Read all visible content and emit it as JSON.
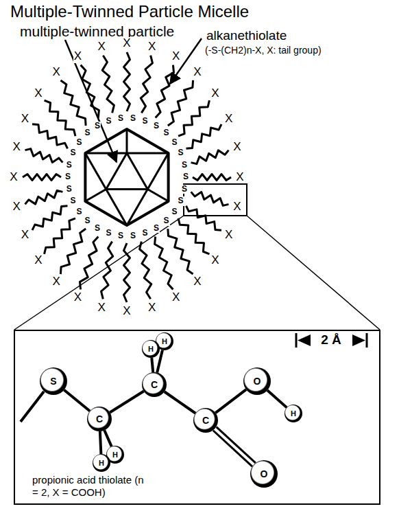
{
  "diagram": {
    "title": "Multiple-Twinned Particle Micelle",
    "nodes": [
      {
        "text": [
          "propionic acid thiolate (n = 2, X = COOH)"
        ]
      },
      {
        "text": [
          "S"
        ],
        "in": 0
      },
      {
        "text": [
          "C"
        ],
        "in": 0
      },
      {
        "text": [
          "C"
        ],
        "in": 0
      },
      {
        "text": [
          "C"
        ],
        "in": 0
      },
      {
        "text": [
          "O"
        ],
        "in": 0
      },
      {
        "text": [
          "O"
        ],
        "in": 0
      },
      {
        "text": [
          "H"
        ],
        "in": 0
      },
      {
        "text": [
          "H"
        ],
        "in": 0
      },
      {
        "text": [
          "H"
        ],
        "in": 0
      },
      {
        "text": [
          "H"
        ],
        "in": 0
      },
      {
        "text": [
          "H"
        ],
        "in": 0
      }
    ],
    "edges": [
      {
        "from": 1,
        "to": 2,
        "arrow": "none"
      },
      {
        "from": 2,
        "to": 3,
        "arrow": "none"
      },
      {
        "from": 3,
        "to": 4,
        "arrow": "none"
      },
      {
        "from": 4,
        "to": 5,
        "arrow": "none"
      },
      {
        "from": 4,
        "to": 6,
        "arrow": "none"
      },
      {
        "from": 5,
        "to": 7,
        "arrow": "none"
      },
      {
        "from": 3,
        "to": 8,
        "arrow": "none"
      },
      {
        "from": 3,
        "to": 9,
        "arrow": "none"
      },
      {
        "from": 2,
        "to": 10,
        "arrow": "none"
      },
      {
        "from": 2,
        "to": 11,
        "arrow": "none"
      }
    ],
    "labels": [
      "multiple-twinned particle",
      "alkanethiolate",
      "(-S-(CH2)n-X, X: tail group)",
      "2 Å",
      "X",
      "X",
      "X",
      "X",
      "X",
      "X",
      "X",
      "X",
      "X",
      "X",
      "X",
      "X",
      "X",
      "X",
      "X",
      "X",
      "X",
      "X",
      "X",
      "X",
      "X",
      "X",
      "X",
      "X",
      "X",
      "X",
      "X",
      "X",
      "S",
      "S",
      "S",
      "S",
      "S",
      "S",
      "S",
      "S",
      "S",
      "S",
      "S",
      "S",
      "S",
      "S",
      "S",
      "S",
      "S",
      "S",
      "S",
      "S",
      "S",
      "S",
      "S",
      "S",
      "S",
      "S",
      "S",
      "S",
      "S",
      "S"
    ]
  }
}
